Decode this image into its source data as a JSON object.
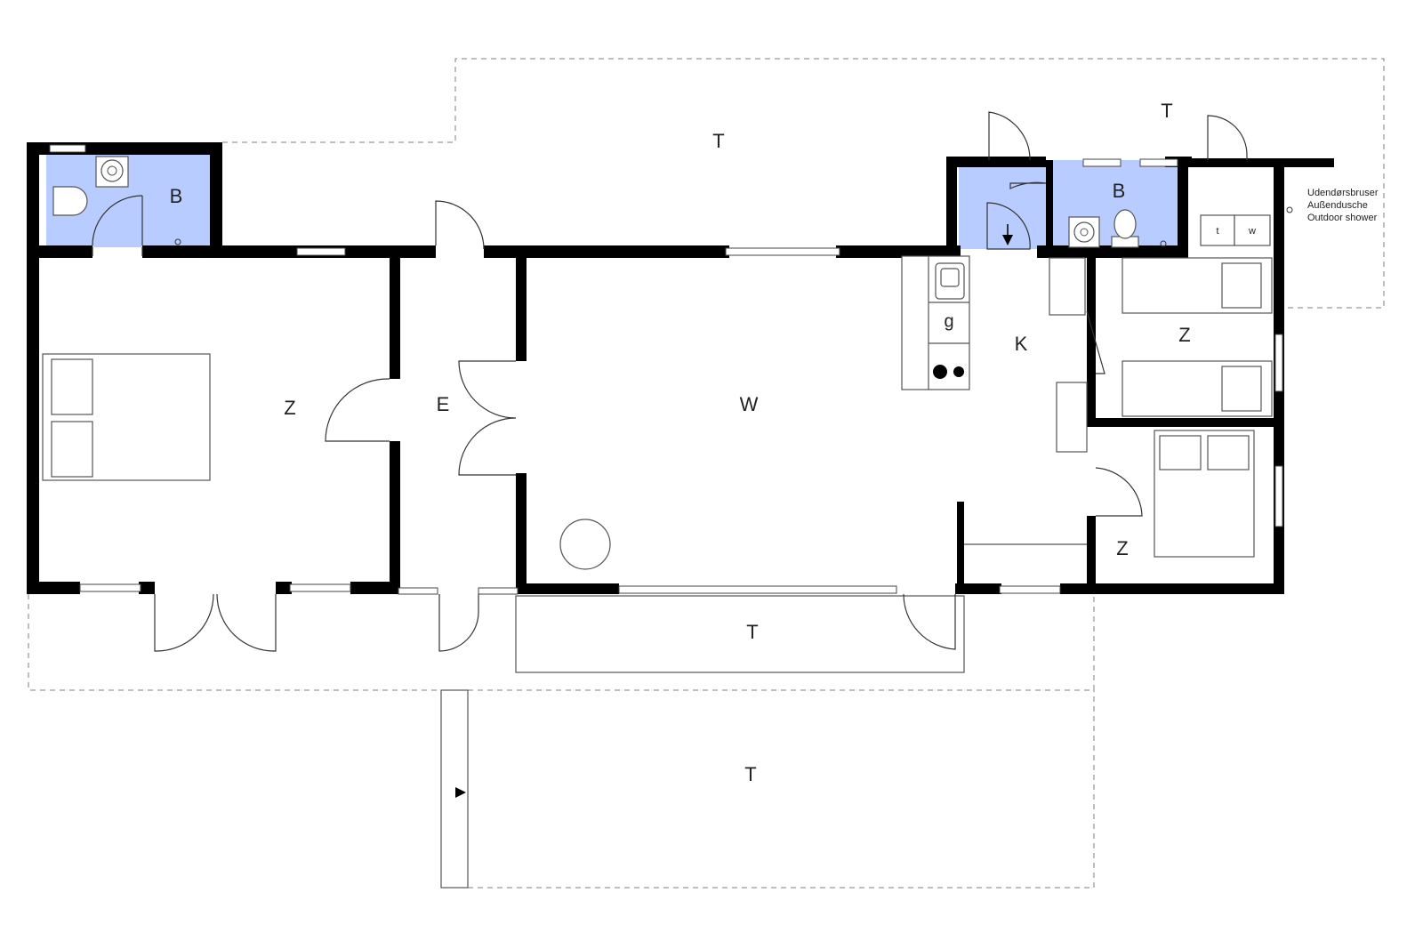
{
  "floor_plan": {
    "rooms": {
      "terrace_north": "T",
      "terrace_northeast": "T",
      "terrace_south": "T",
      "terrace_garden": "T",
      "bath_west": "B",
      "bath_east": "B",
      "bedroom_west": "Z",
      "entrance": "E",
      "living": "W",
      "kitchen": "K",
      "bedroom_northeast": "Z",
      "bedroom_southeast": "Z"
    },
    "appliances": {
      "gas": "g",
      "dryer": "t",
      "washer": "w"
    },
    "outdoor_shower": {
      "line1": "Udendørsbruser",
      "line2": "Außendusche",
      "line3": "Outdoor shower"
    }
  }
}
